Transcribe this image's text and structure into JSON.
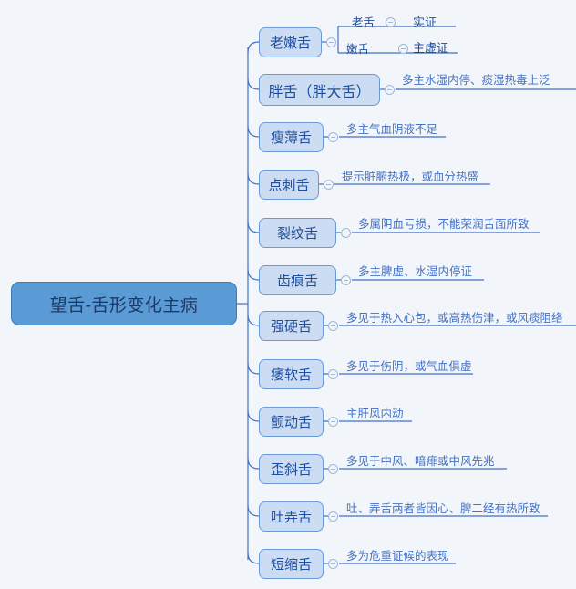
{
  "mindmap": {
    "title": "望舌-舌形变化主病",
    "root": {
      "label": "望舌-舌形变化主病",
      "fill": "#5b9bd5",
      "border": "#3c7cba",
      "text_color": "#1f3864"
    },
    "theme": {
      "background": "#f2f5f9",
      "branch_fill": "#ccdcf2",
      "branch_border": "#6a9ad6",
      "branch_text": "#1f4e9c",
      "leaf_text": "#4472c4",
      "line_color": "#4472c4"
    },
    "branches": [
      {
        "label": "老嫩舌",
        "children": [
          {
            "label": "老舌",
            "value": "实证"
          },
          {
            "label": "嫩舌",
            "value": "主虚证"
          }
        ]
      },
      {
        "label": "胖舌（胖大舌）",
        "note": "多主水湿内停、痰湿热毒上泛"
      },
      {
        "label": "瘦薄舌",
        "note": "多主气血阴液不足"
      },
      {
        "label": "点刺舌",
        "note": "提示脏腑热极，或血分热盛"
      },
      {
        "label": "裂纹舌",
        "note": "多属阴血亏损，不能荣润舌面所致"
      },
      {
        "label": "齿痕舌",
        "note": "多主脾虚、水湿内停证"
      },
      {
        "label": "强硬舌",
        "note": "多见于热入心包，或高热伤津，或风痰阻络"
      },
      {
        "label": "痿软舌",
        "note": "多见于伤阴，或气血俱虚"
      },
      {
        "label": "颤动舌",
        "note": "主肝风内动"
      },
      {
        "label": "歪斜舌",
        "note": "多见于中风、喑痱或中风先兆"
      },
      {
        "label": "吐弄舌",
        "note": "吐、弄舌两者皆因心、脾二经有热所致"
      },
      {
        "label": "短缩舌",
        "note": "多为危重证候的表现"
      }
    ]
  }
}
